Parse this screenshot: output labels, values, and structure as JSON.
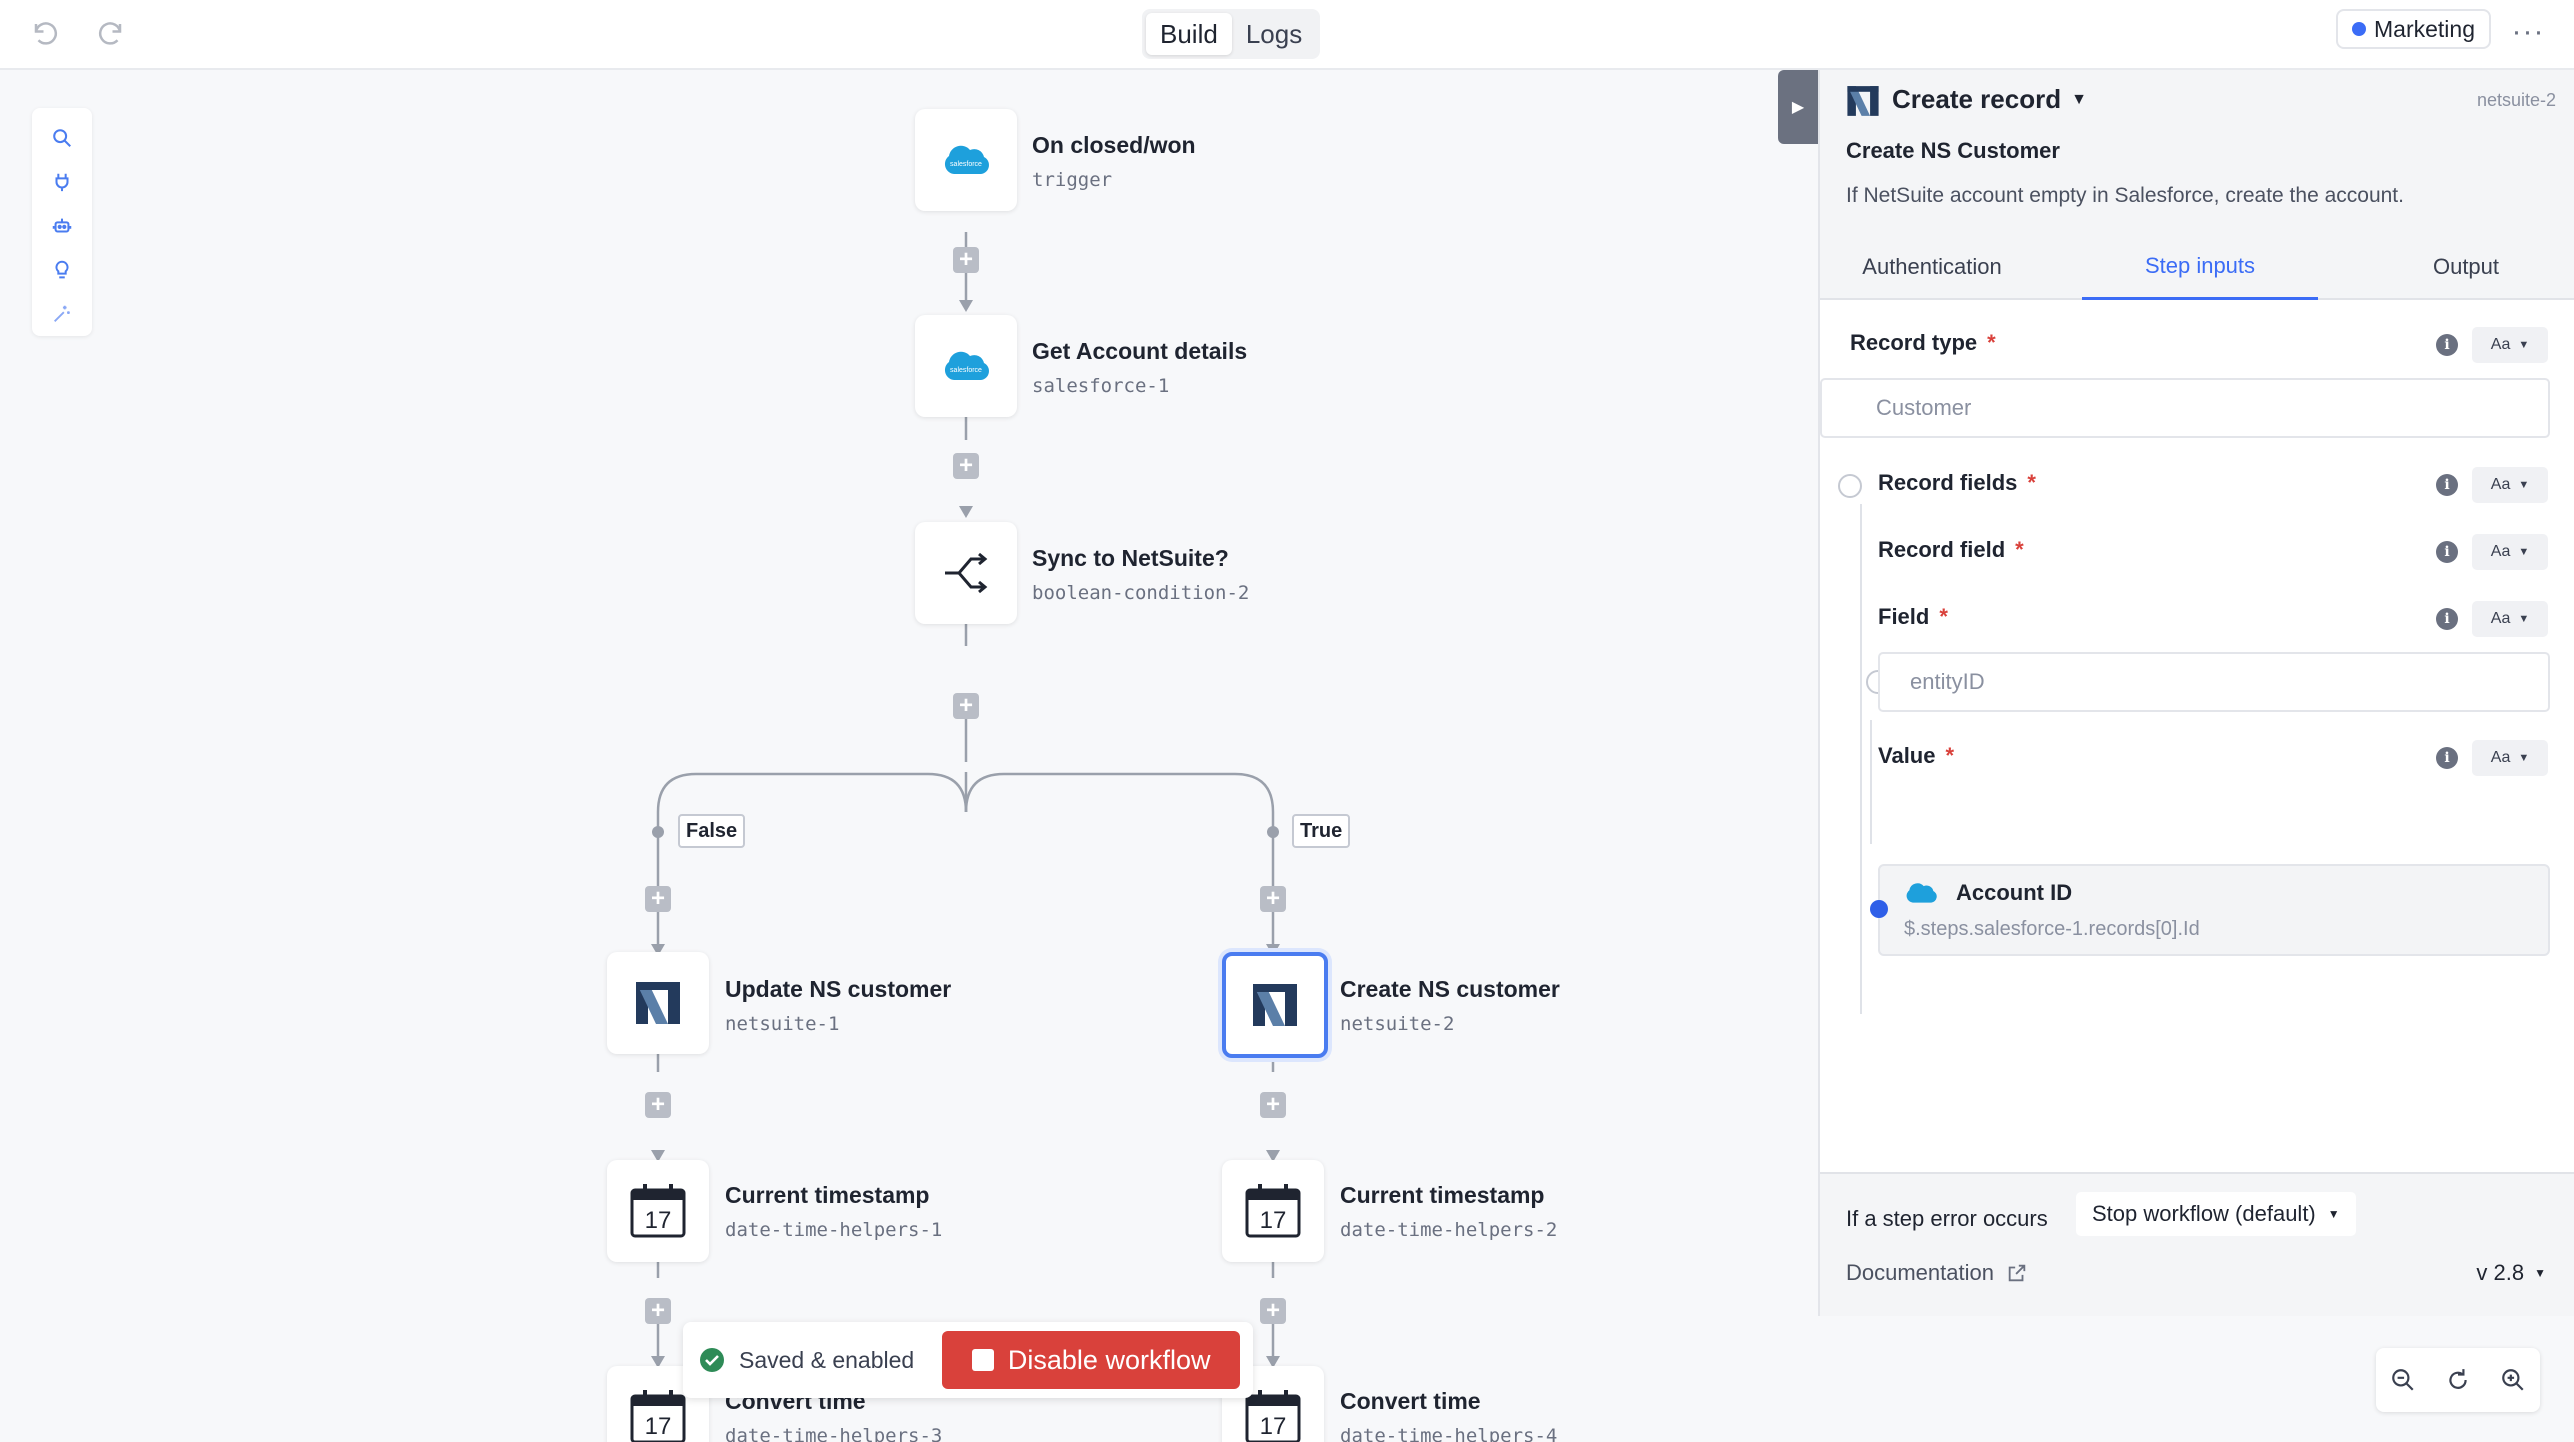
{
  "toolbar": {
    "tabs": [
      {
        "label": "Build",
        "active": true
      },
      {
        "label": "Logs",
        "active": false
      }
    ],
    "workspace": "Marketing",
    "more": "···"
  },
  "workflow": {
    "nodes": [
      {
        "title": "On closed/won",
        "sub": "trigger",
        "icon": "salesforce-icon"
      },
      {
        "title": "Get Account details",
        "sub": "salesforce-1",
        "icon": "salesforce-icon"
      },
      {
        "title": "Sync to NetSuite?",
        "sub": "boolean-condition-2",
        "icon": "branch-icon"
      },
      {
        "title": "Update NS customer",
        "sub": "netsuite-1",
        "icon": "netsuite-icon"
      },
      {
        "title": "Create NS customer",
        "sub": "netsuite-2",
        "icon": "netsuite-icon",
        "selected": true
      },
      {
        "title": "Current timestamp",
        "sub": "date-time-helpers-1",
        "icon": "calendar-icon"
      },
      {
        "title": "Current timestamp",
        "sub": "date-time-helpers-2",
        "icon": "calendar-icon"
      },
      {
        "title": "Convert time",
        "sub": "date-time-helpers-3",
        "icon": "calendar-icon"
      },
      {
        "title": "Convert time",
        "sub": "date-time-helpers-4",
        "icon": "calendar-icon"
      }
    ],
    "branches": {
      "false_label": "False",
      "true_label": "True"
    },
    "calendar_day": "17",
    "status": {
      "saved_label": "Saved & enabled",
      "disable_label": "Disable workflow"
    }
  },
  "panel": {
    "title": "Create record",
    "step_id": "netsuite-2",
    "name": "Create NS Customer",
    "description": "If NetSuite account empty in Salesforce, create the account.",
    "tabs": [
      {
        "label": "Authentication",
        "active": false
      },
      {
        "label": "Step inputs",
        "active": true
      },
      {
        "label": "Output",
        "active": false
      }
    ],
    "fields": {
      "record_type": {
        "label": "Record type",
        "required": "*",
        "placeholder": "Customer",
        "type": "Aa"
      },
      "record_fields": {
        "label": "Record fields",
        "required": "*",
        "type": "Aa"
      },
      "record_field": {
        "label": "Record field",
        "required": "*",
        "type": "Aa"
      },
      "field": {
        "label": "Field",
        "required": "*",
        "placeholder": "entityID",
        "type": "Aa"
      },
      "value": {
        "label": "Value",
        "required": "*",
        "type": "Aa",
        "ref_title": "Account ID",
        "ref_path": "$.steps.salesforce-1.records[0].Id"
      }
    },
    "footer": {
      "error_label": "If a step error occurs",
      "error_value": "Stop workflow (default)",
      "doc_label": "Documentation",
      "version": "v 2.8"
    }
  },
  "colors": {
    "accent": "#3b6cf6",
    "danger": "#d9413b",
    "salesforce": "#1ea0dc",
    "netsuite": "#233a5c"
  }
}
